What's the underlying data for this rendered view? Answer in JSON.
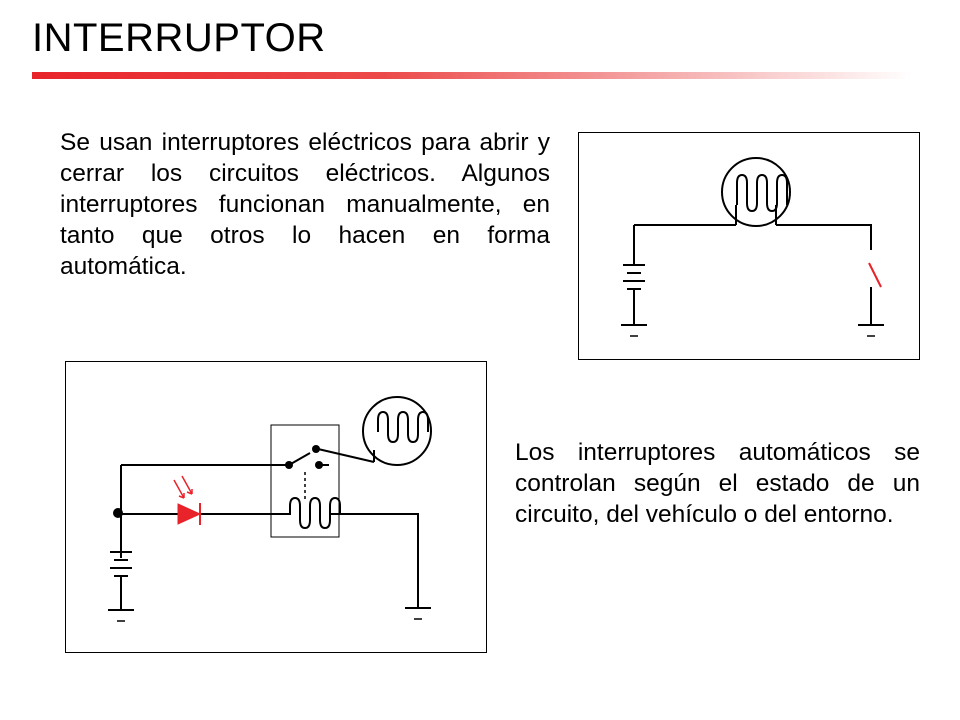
{
  "slide": {
    "title": "INTERRUPTOR",
    "accent_color": "#e8232a",
    "paragraph_1": "Se usan interruptores eléctricos para abrir y cerrar los circuitos eléctricos. Algunos interruptores funcionan manualmente, en tanto que otros lo hacen en forma automática.",
    "paragraph_2": "Los interruptores automáticos se controlan según el estado de un circuito, del vehículo o del entorno."
  },
  "diagrams": {
    "manual_circuit": {
      "components": [
        "battery-symbol",
        "lamp-symbol",
        "open-switch-symbol",
        "ground-symbol"
      ],
      "switch_color": "#e8232a"
    },
    "relay_circuit": {
      "components": [
        "battery-symbol",
        "led-symbol",
        "relay-coil-symbol",
        "relay-switch-symbol",
        "lamp-symbol",
        "ground-symbol"
      ],
      "led_color": "#e8232a"
    }
  }
}
